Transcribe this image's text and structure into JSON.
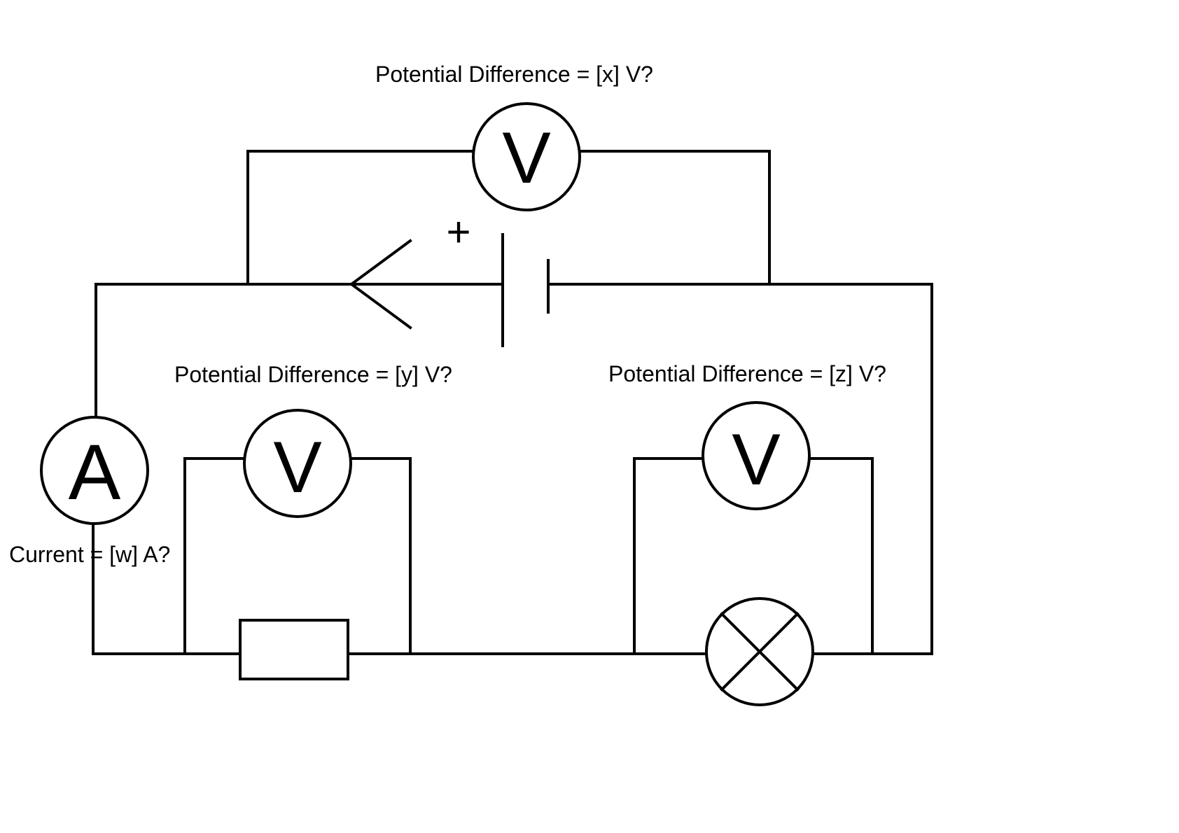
{
  "diagram": {
    "type": "electric circuit",
    "labels": {
      "top_voltmeter": "Potential Difference = [x] V?",
      "resistor_voltmeter": "Potential Difference = [y] V?",
      "lamp_voltmeter": "Potential Difference = [z] V?",
      "ammeter": "Current = [w] A?"
    },
    "symbols": {
      "voltmeter_letter": "V",
      "ammeter_letter": "A",
      "cell_positive": "+"
    },
    "components": [
      {
        "id": "cell",
        "kind": "cell",
        "polarity_marker": "+"
      },
      {
        "id": "ammeter",
        "kind": "ammeter"
      },
      {
        "id": "resistor",
        "kind": "resistor"
      },
      {
        "id": "lamp",
        "kind": "lamp"
      },
      {
        "id": "voltmeter-x",
        "kind": "voltmeter",
        "across": "cell"
      },
      {
        "id": "voltmeter-y",
        "kind": "voltmeter",
        "across": "resistor"
      },
      {
        "id": "voltmeter-z",
        "kind": "voltmeter",
        "across": "lamp"
      }
    ],
    "stroke_color": "#000000",
    "background": "#ffffff"
  }
}
